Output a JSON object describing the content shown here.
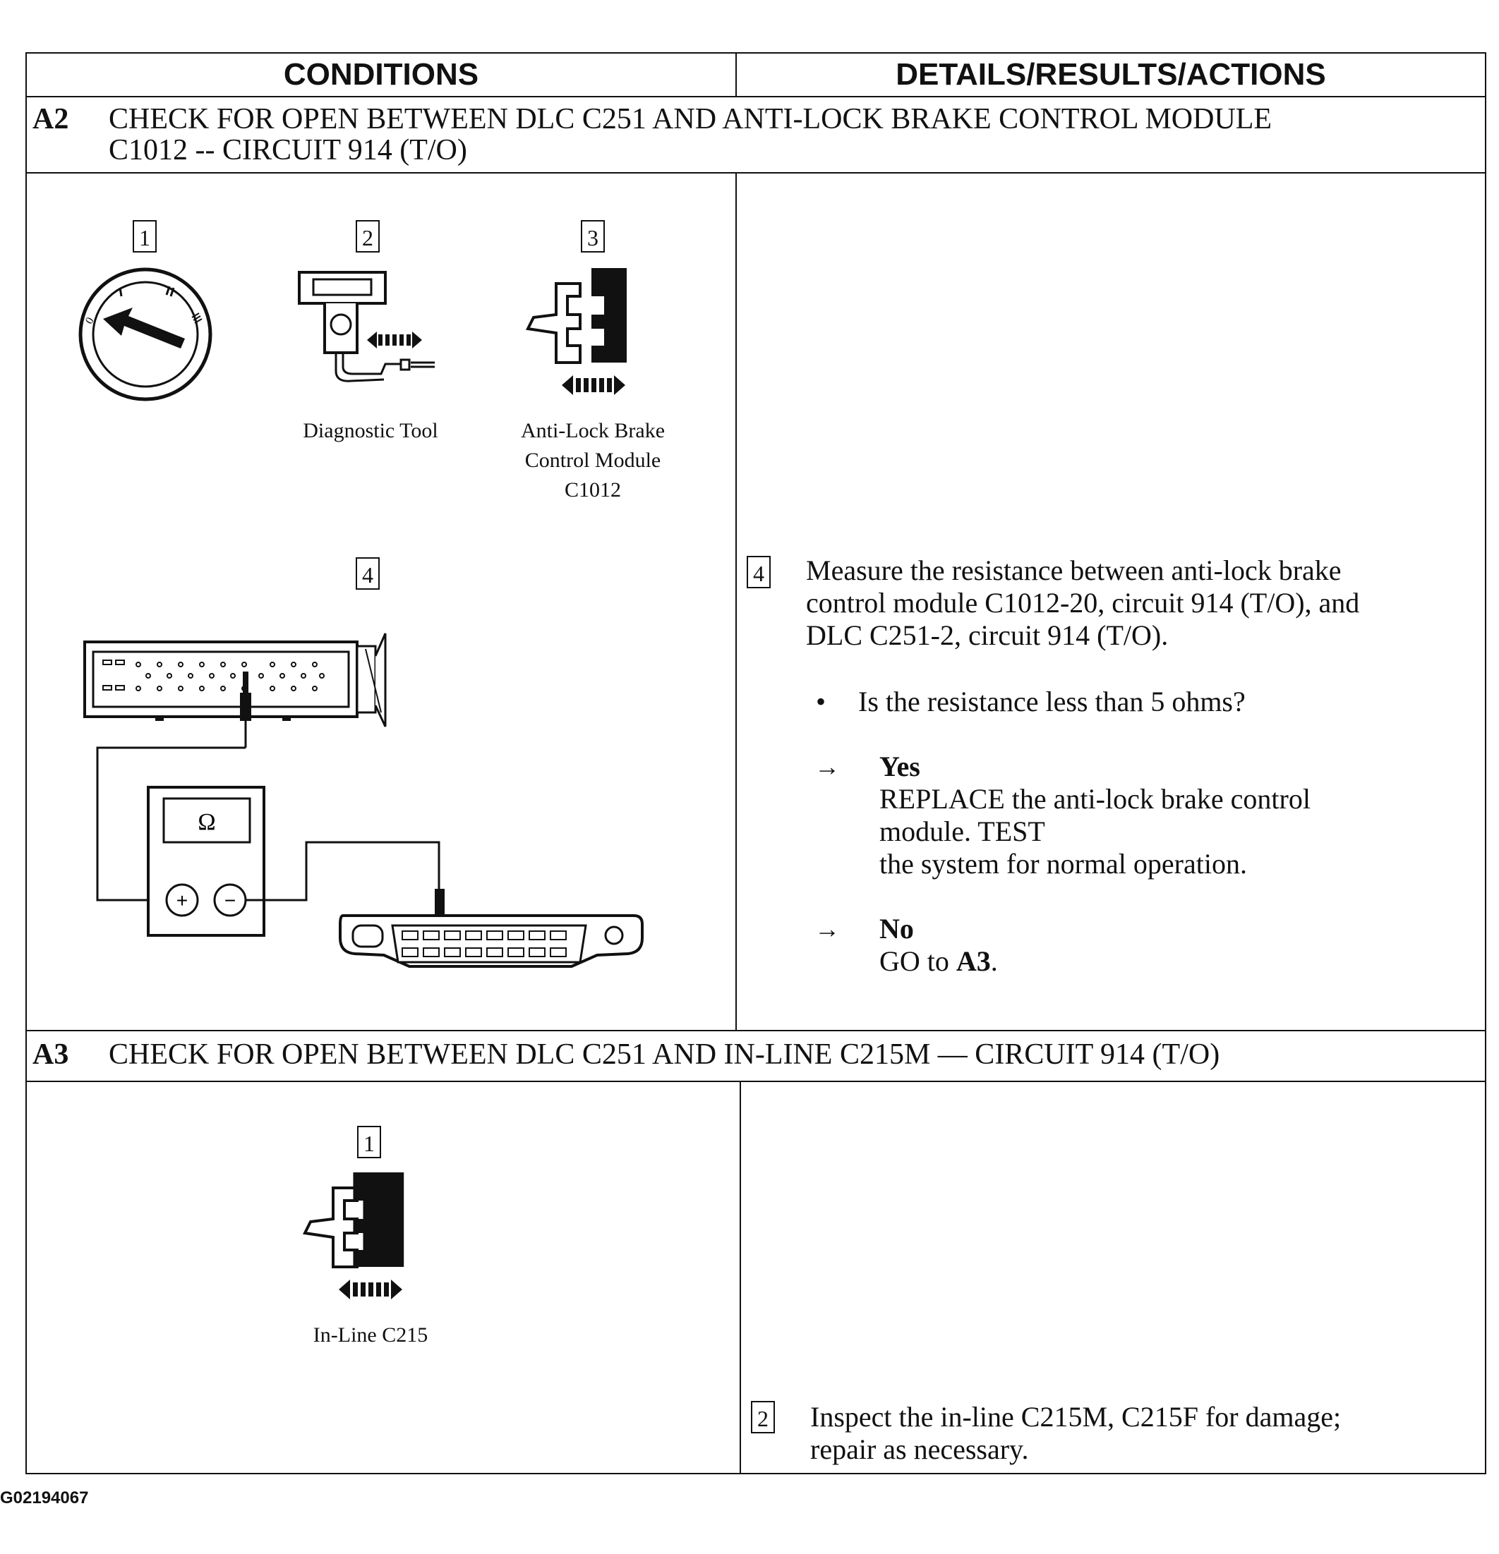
{
  "table": {
    "col_conditions": "CONDITIONS",
    "col_details": "DETAILS/RESULTS/ACTIONS"
  },
  "steps": [
    {
      "id": "A2",
      "title_line1": "CHECK FOR OPEN BETWEEN DLC C251 AND ANTI-LOCK BRAKE CONTROL MODULE",
      "title_line2": "C1012 -- CIRCUIT 914 (T/O)",
      "figures": [
        {
          "num": "1",
          "caption": ""
        },
        {
          "num": "2",
          "caption": "Diagnostic Tool"
        },
        {
          "num": "3",
          "caption_l1": "Anti-Lock Brake",
          "caption_l2": "Control Module",
          "caption_l3": "C1012"
        },
        {
          "num": "4",
          "caption": ""
        }
      ],
      "ohm_symbol": "Ω",
      "plus": "+",
      "minus": "−",
      "action": {
        "num": "4",
        "text_l1": "Measure the resistance between anti-lock brake",
        "text_l2": "control module C1012-20, circuit 914 (T/O), and",
        "text_l3": "DLC C251-2, circuit 914 (T/O).",
        "question": "Is the resistance less than 5 ohms?",
        "yes_label": "Yes",
        "yes_l1": "REPLACE the anti-lock brake control",
        "yes_l2": "module. TEST",
        "yes_l3": "the system for normal operation.",
        "no_label": "No",
        "no_text": "GO to ",
        "no_ref": "A3",
        "no_end": "."
      }
    },
    {
      "id": "A3",
      "title_line1": "CHECK FOR OPEN BETWEEN DLC C251 AND IN-LINE C215M — CIRCUIT 914 (T/O)",
      "figures": [
        {
          "num": "1",
          "caption": "In-Line C215"
        }
      ],
      "action": {
        "num": "2",
        "text_l1": "Inspect the in-line C215M, C215F for damage;",
        "text_l2": "repair as necessary."
      }
    }
  ],
  "figure_code": "G02194067",
  "symbols": {
    "bullet": "•",
    "arrow": "→"
  }
}
